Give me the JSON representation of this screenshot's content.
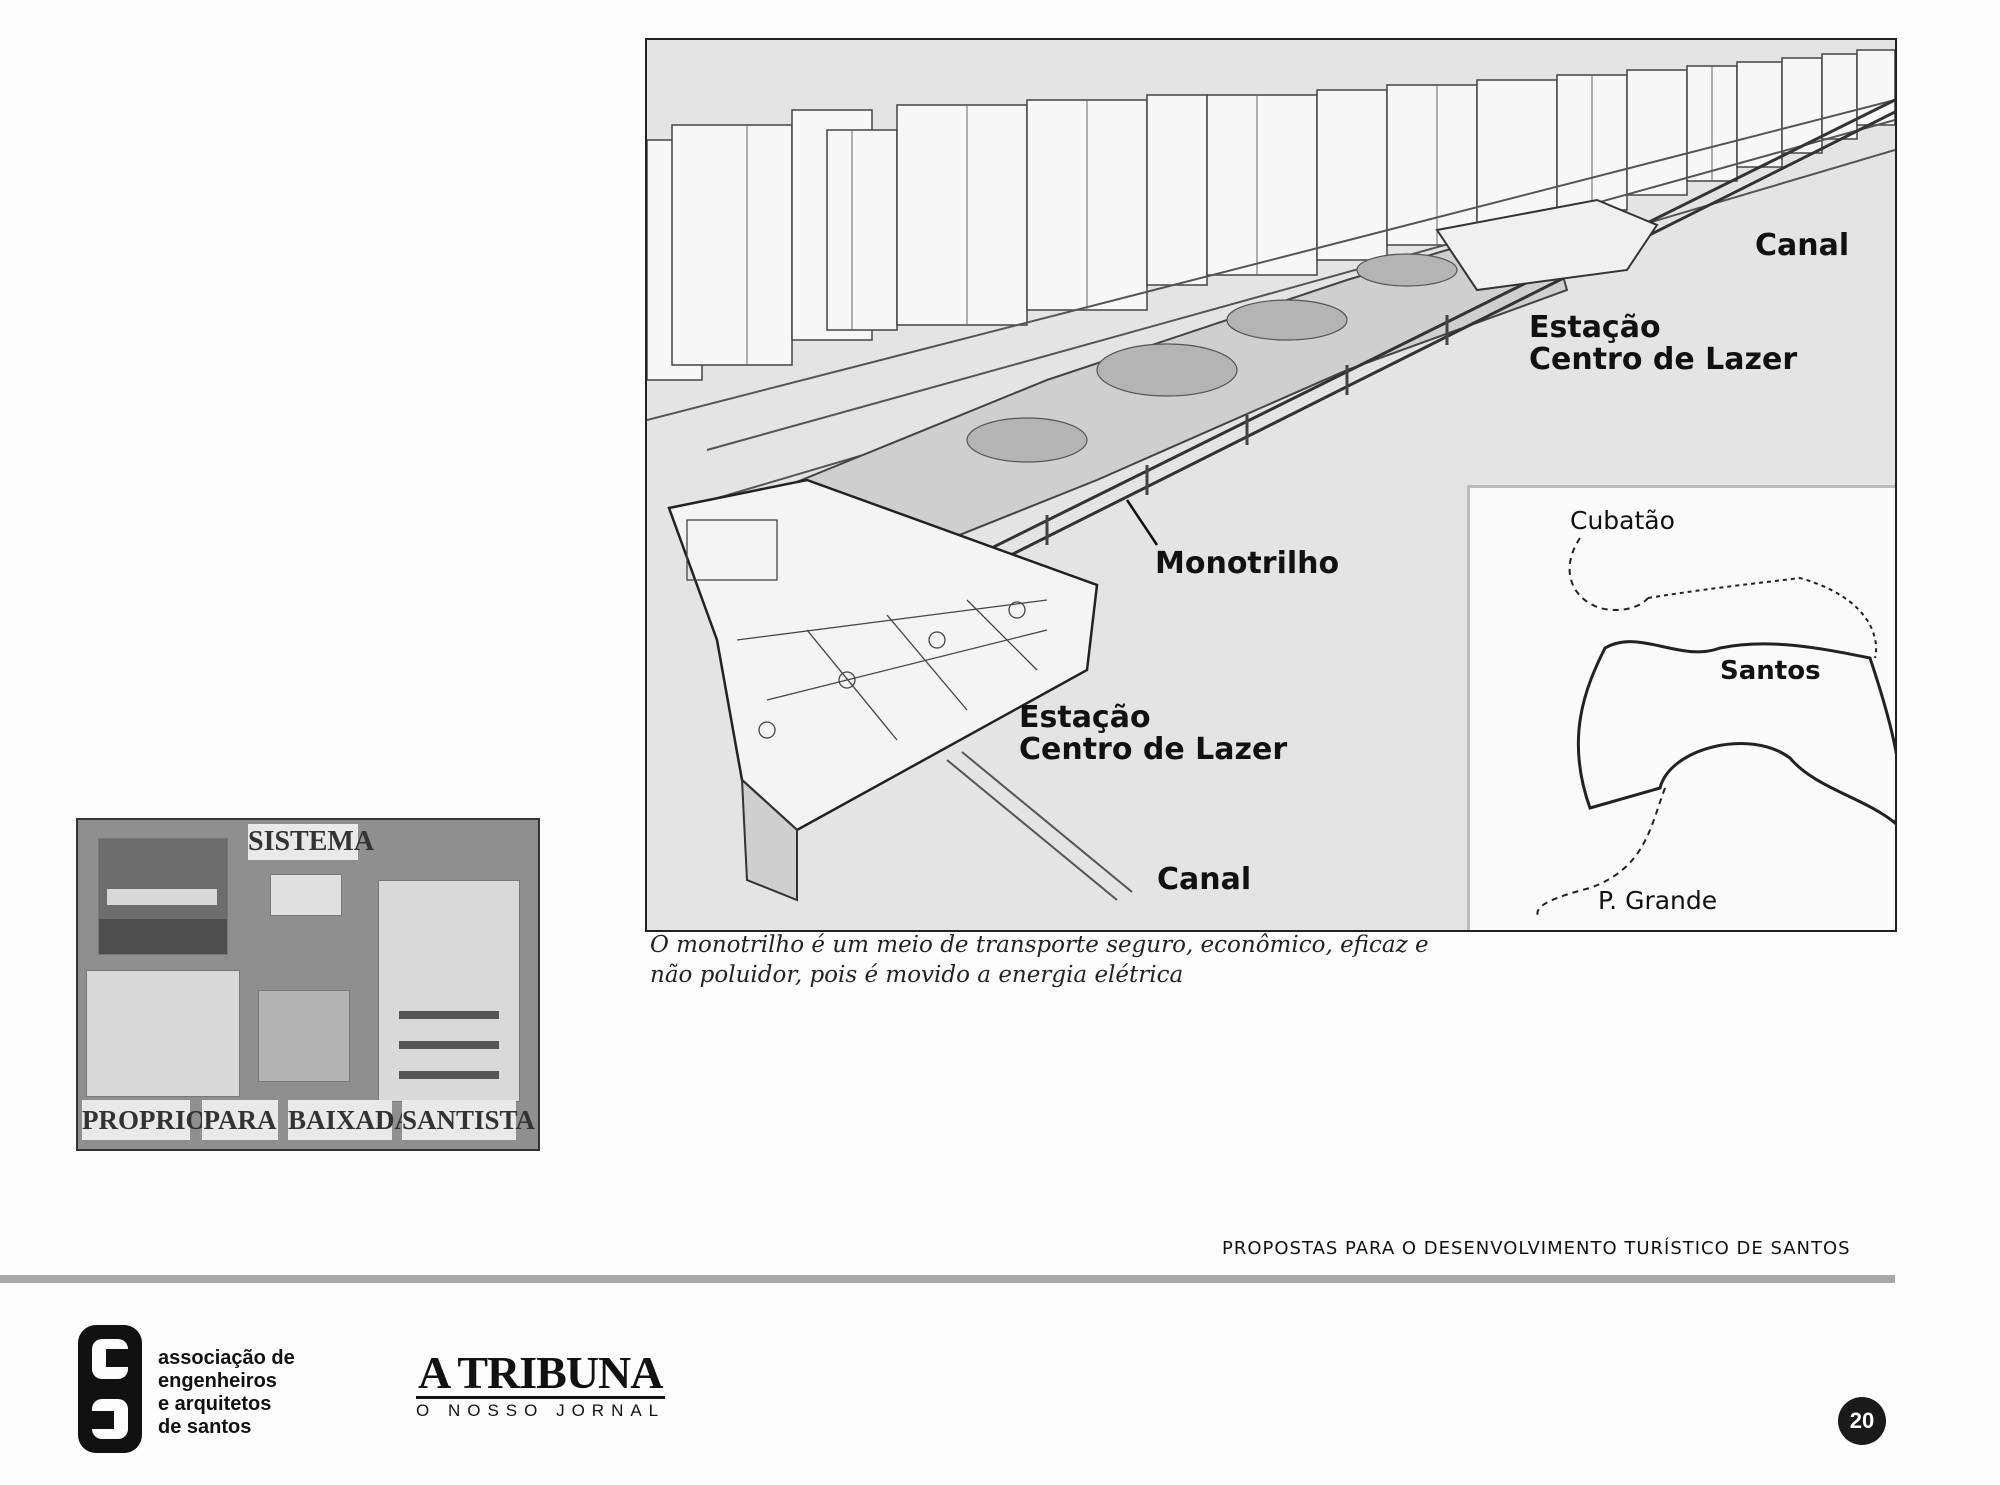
{
  "illustration": {
    "labels": {
      "canal_top": "Canal",
      "station_top_line1": "Estação",
      "station_top_line2": "Centro de Lazer",
      "monorail": "Monotrilho",
      "station_bottom_line1": "Estação",
      "station_bottom_line2": "Centro de Lazer",
      "canal_bottom": "Canal"
    },
    "inset_map": {
      "cubatao": "Cubatão",
      "santos": "Santos",
      "praia_grande": "P. Grande"
    }
  },
  "caption": "O monotrilho é um meio de transporte seguro, econômico, eficaz e não poluidor, pois é movido a energia elétrica",
  "photo_panel": {
    "title": "SISTEMA",
    "bottom_words": [
      "PROPRIO",
      "PARA",
      "BAIXADA",
      "SANTISTA"
    ]
  },
  "footer": {
    "title": "PROPOSTAS PARA O DESENVOLVIMENTO TURÍSTICO DE SANTOS",
    "association": [
      "associação de",
      "engenheiros",
      "e arquitetos",
      "de santos"
    ],
    "newspaper_name": "A TRIBUNA",
    "newspaper_tagline": "O NOSSO JORNAL",
    "page_number": "20"
  }
}
